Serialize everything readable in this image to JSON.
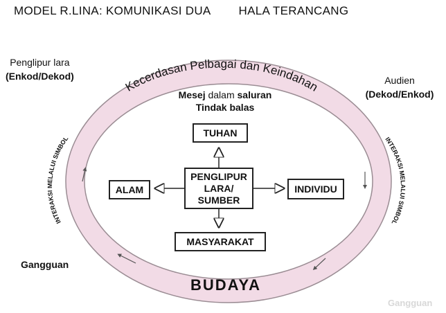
{
  "title": {
    "left": "MODEL R.LINA:  KOMUNIKASI DUA",
    "right": "HALA TERANCANG"
  },
  "sender": {
    "line1": "Penglipur lara",
    "line2": "(Enkod/Dekod)"
  },
  "receiver": {
    "line1": "Audien",
    "line2": "(Dekod/Enkod)"
  },
  "arc_top": "Kecerdasan Pelbagai dan Keindahan",
  "arc_bottom": "BUDAYA",
  "arc_left": "INTERAKSI MELALUI SIMBOL",
  "arc_right": "INTERAKSI MELALUI SIMBOL",
  "message": {
    "mesej": "Mesej",
    "dalam": " dalam ",
    "saluran": "saluran",
    "feedback": "Tindak balas"
  },
  "boxes": {
    "top": "TUHAN",
    "left": "ALAM",
    "right": "INDIVIDU",
    "bottom": "MASYARAKAT",
    "center": [
      "PENGLIPUR",
      "LARA/",
      "SUMBER"
    ]
  },
  "noise": "Gangguan",
  "watermark": "Gangguan",
  "colors": {
    "ring": "#f2dbe6",
    "ring_border": "#9a8c93"
  }
}
